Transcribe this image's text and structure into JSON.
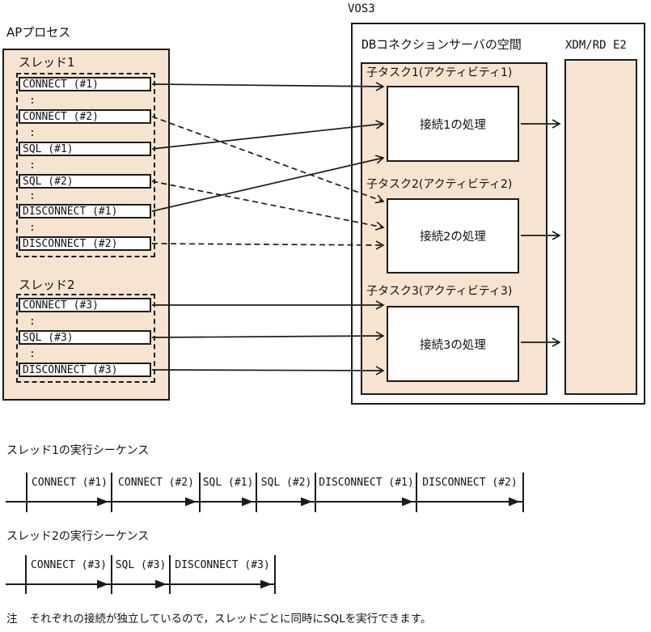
{
  "colors": {
    "panel_fill": "#f6e4d1",
    "line": "#1b1b1b"
  },
  "labels": {
    "ap_process": "APプロセス",
    "vos3": "VOS3",
    "db_space": "DBコネクションサーバの空間",
    "xdm": "XDM/RD E2",
    "colon": ":",
    "note_mark": "注",
    "note_text": "それぞれの接続が独立しているので，スレッドごとに同時にSQLを実行できます。"
  },
  "threads": [
    {
      "label": "スレッド1",
      "commands": [
        "CONNECT (#1)",
        "CONNECT (#2)",
        "SQL (#1)",
        "SQL (#2)",
        "DISCONNECT (#1)",
        "DISCONNECT (#2)"
      ]
    },
    {
      "label": "スレッド2",
      "commands": [
        "CONNECT (#3)",
        "SQL (#3)",
        "DISCONNECT (#3)"
      ]
    }
  ],
  "tasks": [
    {
      "label": "子タスク1(アクティビティ1)",
      "process": "接続1の処理"
    },
    {
      "label": "子タスク2(アクティビティ2)",
      "process": "接続2の処理"
    },
    {
      "label": "子タスク3(アクティビティ3)",
      "process": "接続3の処理"
    }
  ],
  "connections": [
    {
      "from": "CONNECT (#1)",
      "to": "接続1の処理",
      "style": "solid"
    },
    {
      "from": "SQL (#1)",
      "to": "接続1の処理",
      "style": "solid"
    },
    {
      "from": "DISCONNECT (#1)",
      "to": "接続1の処理",
      "style": "solid"
    },
    {
      "from": "CONNECT (#2)",
      "to": "接続2の処理",
      "style": "dashed"
    },
    {
      "from": "SQL (#2)",
      "to": "接続2の処理",
      "style": "dashed"
    },
    {
      "from": "DISCONNECT (#2)",
      "to": "接続2の処理",
      "style": "dashed"
    },
    {
      "from": "CONNECT (#3)",
      "to": "接続3の処理",
      "style": "solid"
    },
    {
      "from": "SQL (#3)",
      "to": "接続3の処理",
      "style": "solid"
    },
    {
      "from": "DISCONNECT (#3)",
      "to": "接続3の処理",
      "style": "solid"
    },
    {
      "from": "接続1の処理",
      "to": "XDM/RD E2",
      "style": "solid"
    },
    {
      "from": "接続2の処理",
      "to": "XDM/RD E2",
      "style": "solid"
    },
    {
      "from": "接続3の処理",
      "to": "XDM/RD E2",
      "style": "solid"
    }
  ],
  "sequences": [
    {
      "title": "スレッド1の実行シーケンス",
      "segments": [
        "CONNECT (#1)",
        "CONNECT (#2)",
        "SQL (#1)",
        "SQL (#2)",
        "DISCONNECT (#1)",
        "DISCONNECT (#2)"
      ]
    },
    {
      "title": "スレッド2の実行シーケンス",
      "segments": [
        "CONNECT (#3)",
        "SQL (#3)",
        "DISCONNECT (#3)"
      ]
    }
  ]
}
